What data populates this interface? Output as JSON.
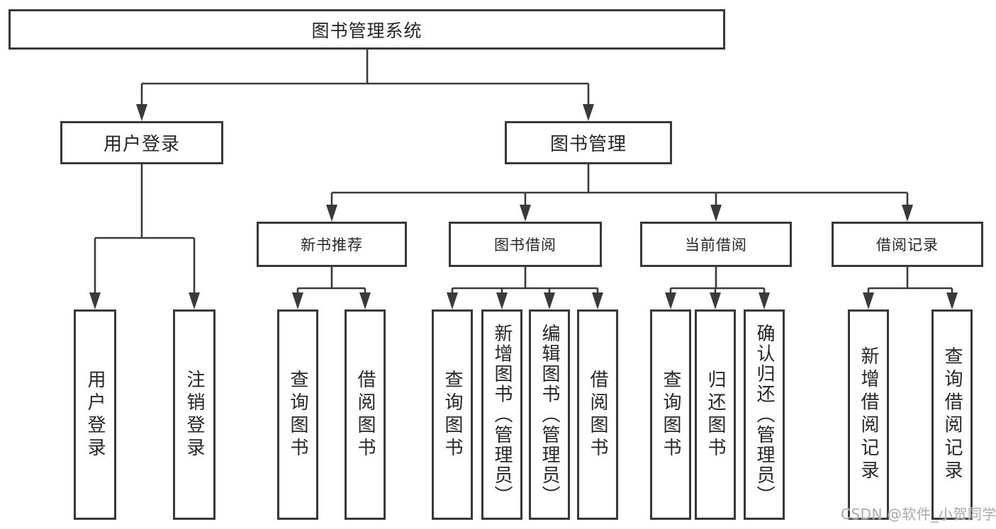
{
  "nodes": {
    "root": "图书管理系统",
    "user_login": "用户登录",
    "book_management": "图书管理",
    "new_book_recommend": "新书推荐",
    "book_borrow": "图书借阅",
    "current_borrow": "当前借阅",
    "borrow_record": "借阅记录",
    "leaf_user_login": "用户登录",
    "leaf_logout": "注销登录",
    "nb_query_books": "查询图书",
    "nb_borrow_books": "借阅图书",
    "bb_query_books": "查询图书",
    "bb_add_books": "新增图书（管理员）",
    "bb_edit_books": "编辑图书（管理员）",
    "bb_borrow_books": "借阅图书",
    "cb_query_books": "查询图书",
    "cb_return_books": "归还图书",
    "cb_confirm_return": "确认归还（管理员）",
    "br_add_record": "新增借阅记录",
    "br_query_record": "查询借阅记录"
  },
  "watermark": "CSDN @软件_小贺同学",
  "colors": {
    "line": "#3a3a3a",
    "border": "#383838",
    "text": "#262626",
    "watermark": "#a9a9a9",
    "background": "#ffffff"
  }
}
